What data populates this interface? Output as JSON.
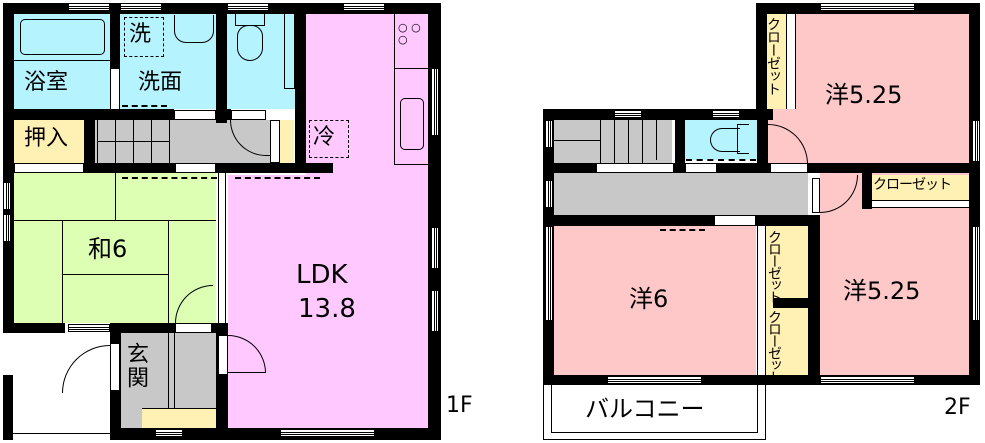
{
  "floor1": {
    "label": "1F",
    "rooms": {
      "bath": "浴室",
      "washbasin": "洗面",
      "washer": "洗",
      "closet": "押入",
      "fridge": "冷",
      "washitsu": "和6",
      "ldk_name": "LDK",
      "ldk_size": "13.8",
      "entrance": "玄関"
    }
  },
  "floor2": {
    "label": "2F",
    "rooms": {
      "western_ne": "洋5.25",
      "western_se": "洋5.25",
      "western_sw": "洋6",
      "closet_vertical_top": "クローゼット",
      "closet_horizontal": "クローゼット",
      "closet_mid_upper": "クローゼット",
      "closet_mid_lower": "クローゼット",
      "balcony": "バルコニー"
    }
  },
  "colors": {
    "wet_area": "#b5f4ff",
    "ldk": "#ffc8ff",
    "washitsu": "#dcffb4",
    "storage": "#fff0b4",
    "hall": "#c8c8c8",
    "western": "#ffc8c8"
  }
}
